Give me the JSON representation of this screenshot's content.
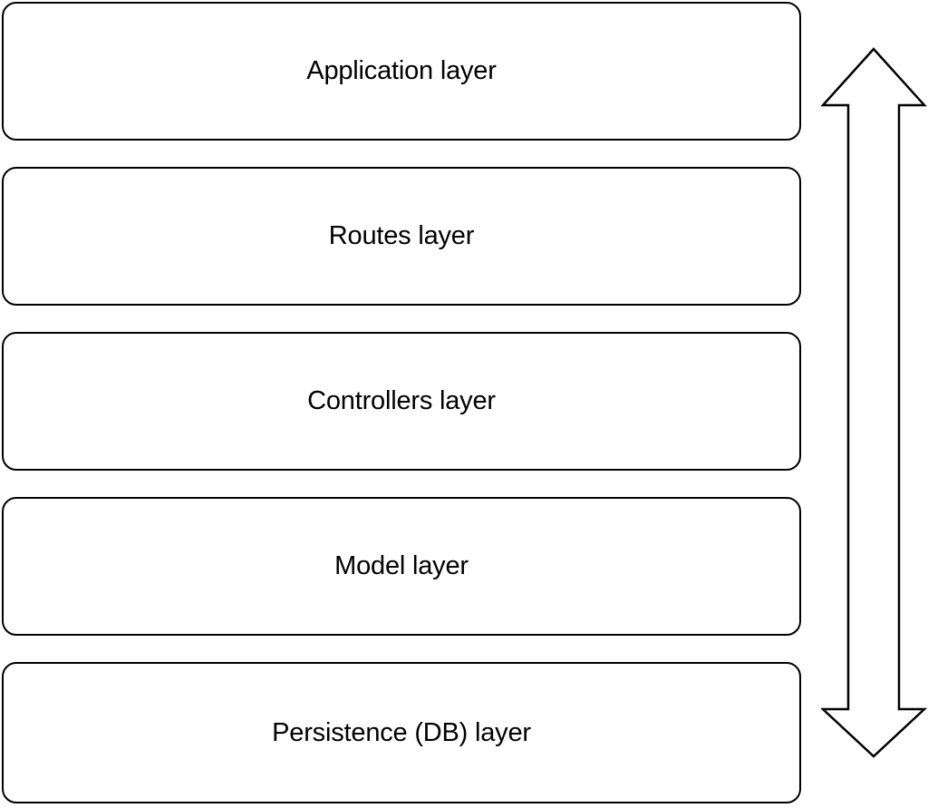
{
  "diagram": {
    "layers": [
      {
        "label": "Application layer"
      },
      {
        "label": "Routes layer"
      },
      {
        "label": "Controllers layer"
      },
      {
        "label": "Model layer"
      },
      {
        "label": "Persistence (DB) layer"
      }
    ],
    "arrow": {
      "icon": "double-headed-vertical-arrow-icon",
      "direction": "bidirectional"
    },
    "colors": {
      "stroke": "#000000",
      "fill": "#ffffff",
      "text": "#000000"
    }
  }
}
